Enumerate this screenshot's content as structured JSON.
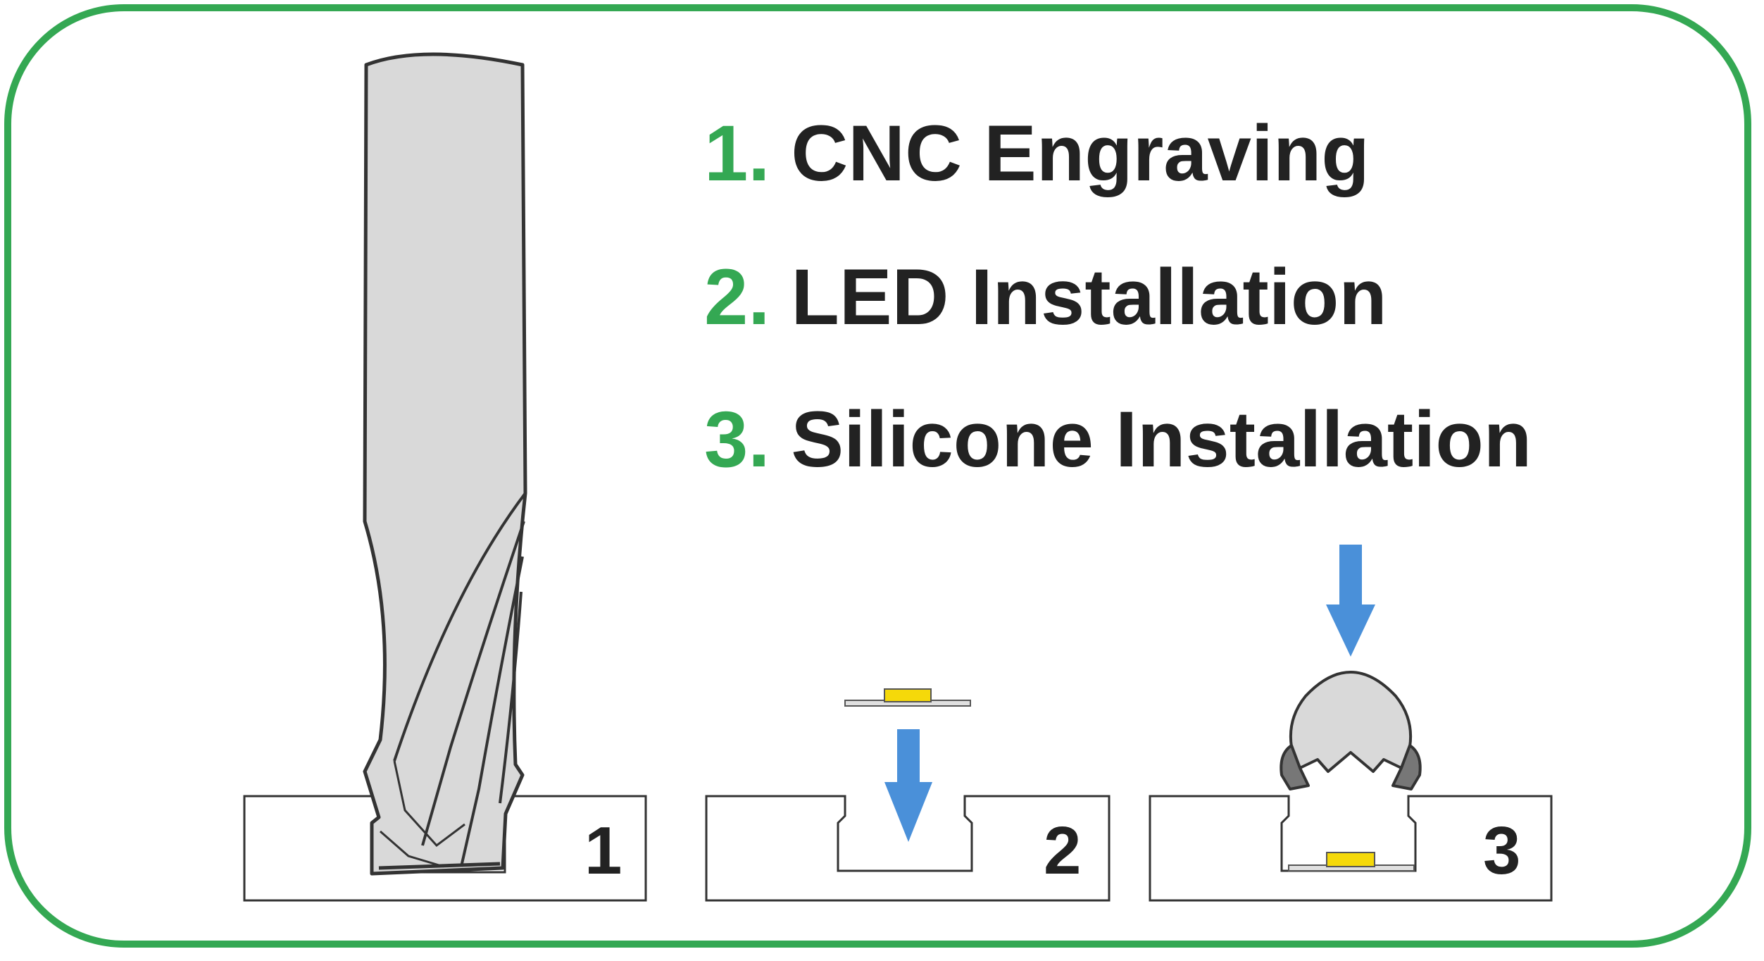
{
  "colors": {
    "frame": "#34a853",
    "number": "#34a853",
    "text": "#222222",
    "arrow": "#4a90d9",
    "led": "#f5d90a",
    "tool_fill": "#d9d9d9",
    "silicone_dark": "#777777"
  },
  "steps": [
    {
      "num": "1.",
      "label": "CNC Engraving"
    },
    {
      "num": "2.",
      "label": "LED Installation"
    },
    {
      "num": "3.",
      "label": "Silicone Installation"
    }
  ],
  "panels": [
    {
      "label": "1",
      "illustration": "end-mill-engraving"
    },
    {
      "label": "2",
      "illustration": "led-strip-insertion"
    },
    {
      "label": "3",
      "illustration": "silicone-cap-insertion"
    }
  ]
}
